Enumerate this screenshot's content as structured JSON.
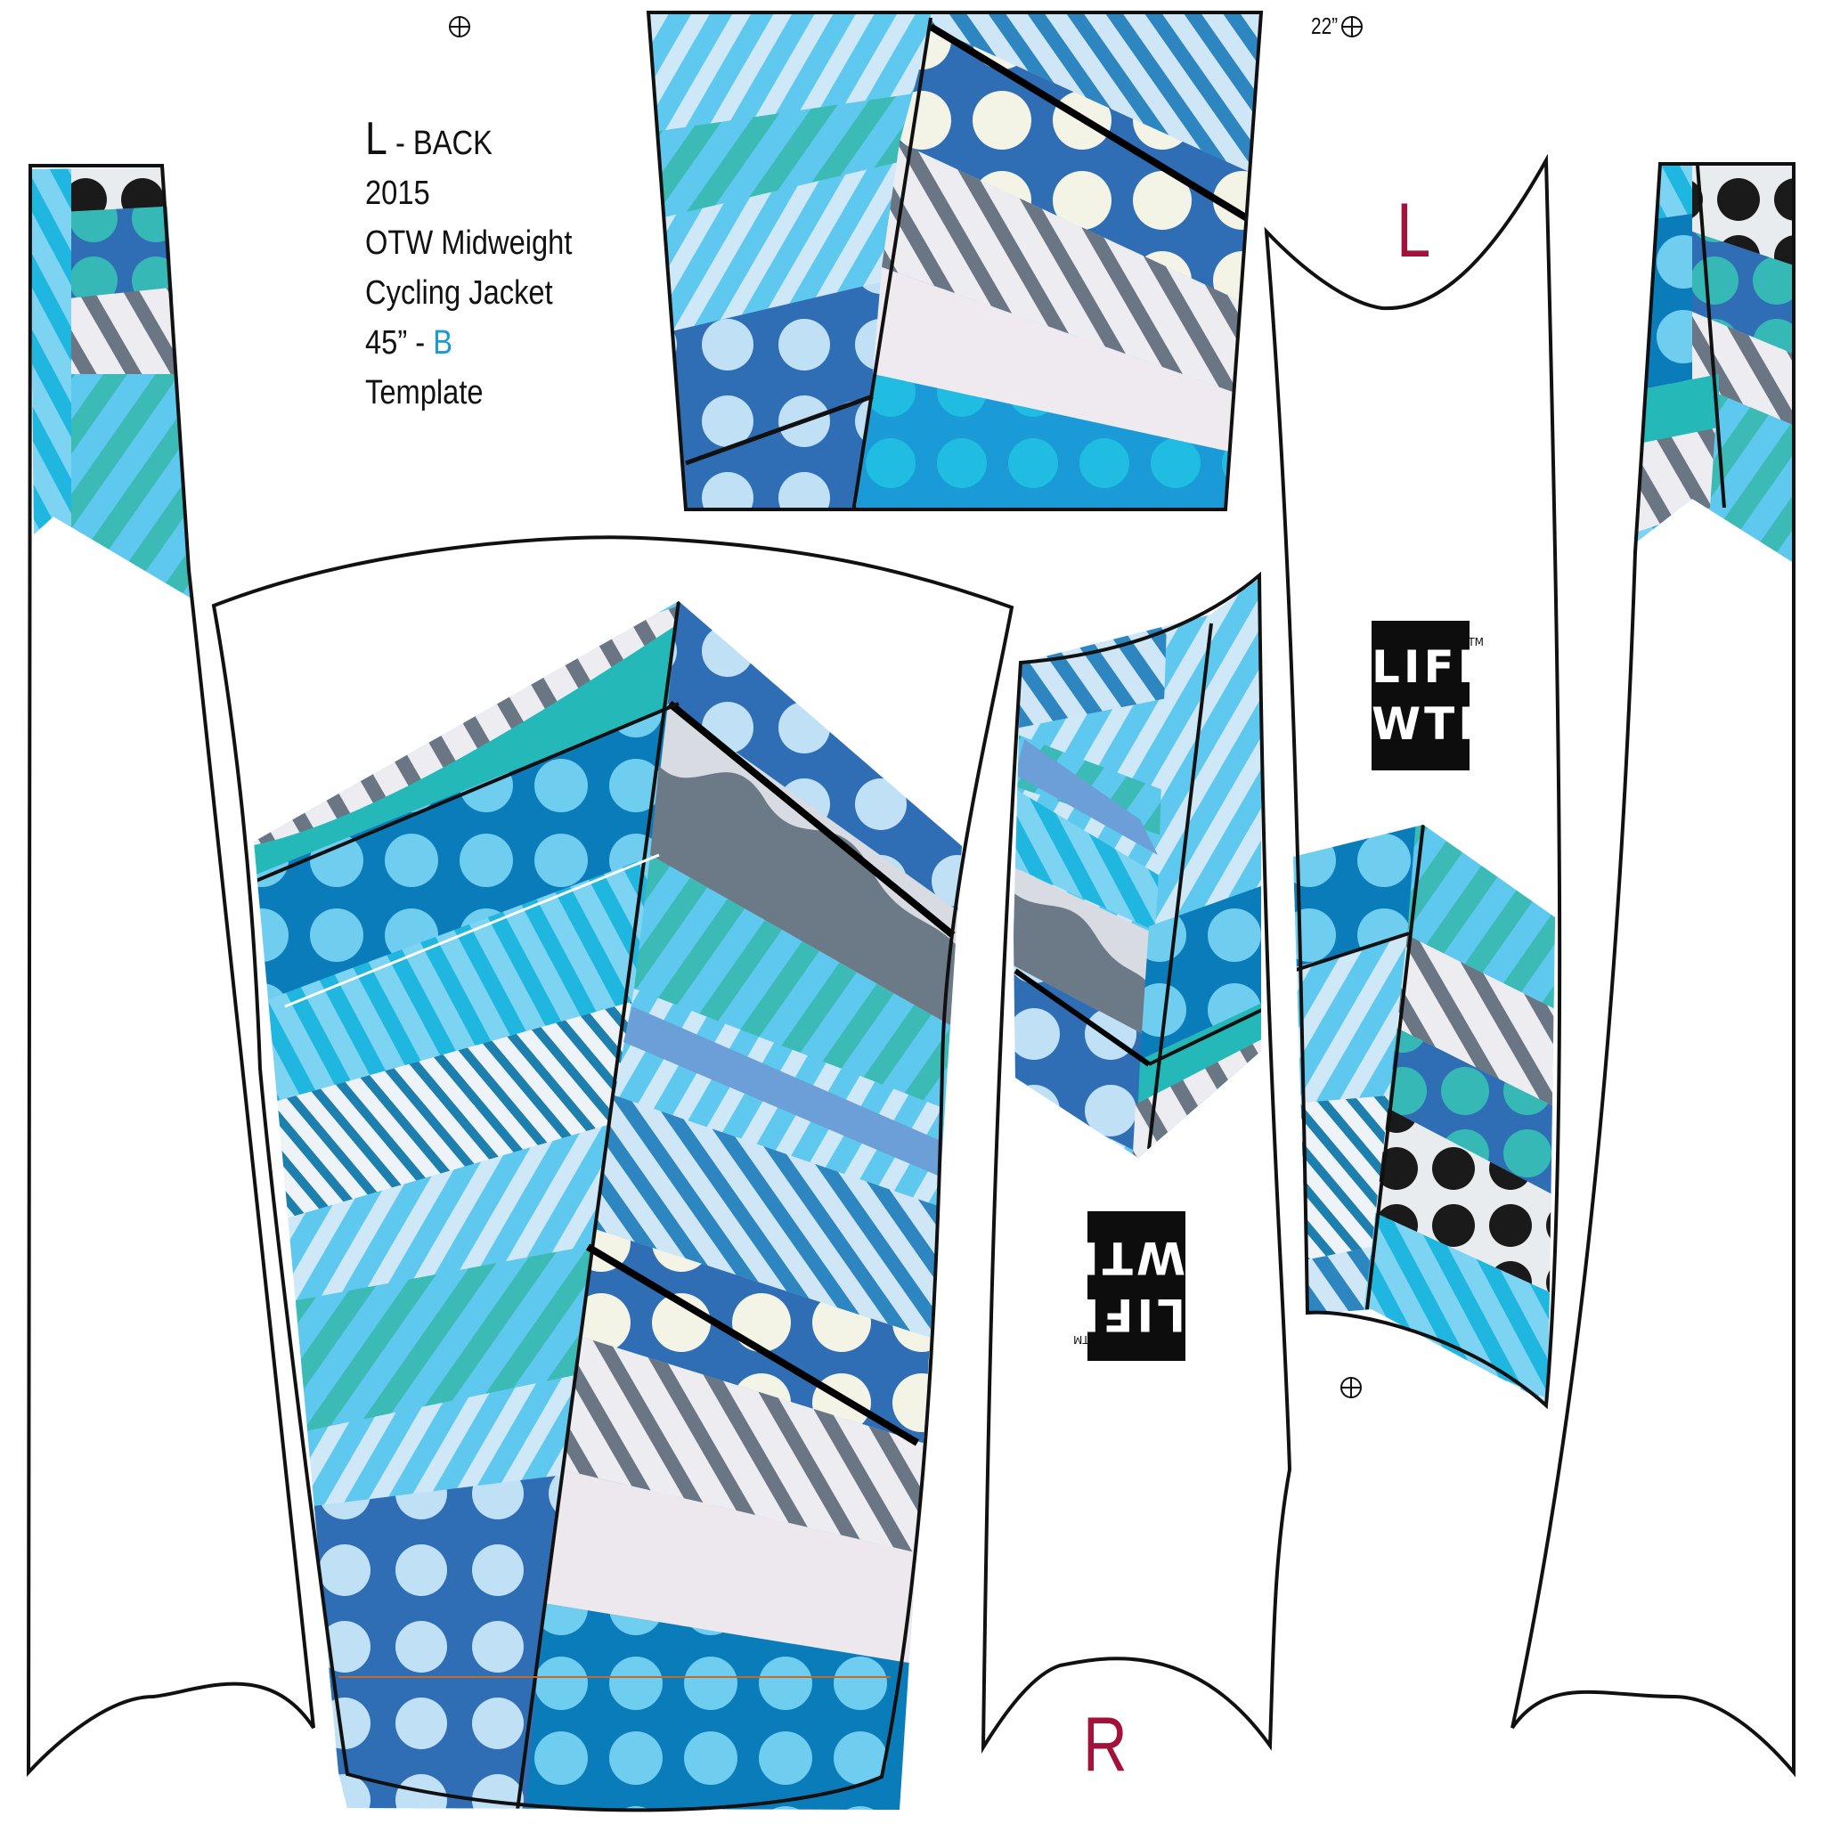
{
  "title_block": {
    "line1_letter": "L",
    "line1_rest": " - ",
    "line1_word": "BACK",
    "line2": "2015",
    "line3": "OTW Midweight",
    "line4": "Cycling Jacket",
    "line5_prefix": "45” - ",
    "line5_accent": "B",
    "line6": "Template"
  },
  "size_mark": "22”",
  "side_labels": {
    "left": "L",
    "right": "R"
  },
  "logo": {
    "line1": "LIFE",
    "line2": "WTR",
    "trademark": "TM"
  },
  "colors": {
    "outline": "#111111",
    "side_label": "#a3123a",
    "accent": "#1a9ad6",
    "royal": "#2f6db5",
    "sky": "#5ec8ef",
    "teal": "#2bb8b5",
    "cyan": "#1fb6df",
    "pale": "#c9e4f6",
    "grey": "#6f7d8a",
    "cream": "#f3f4e6"
  }
}
